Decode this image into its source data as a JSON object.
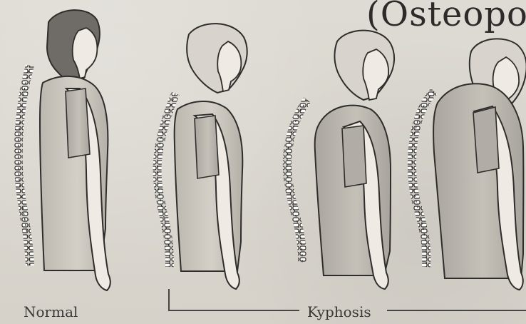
{
  "figure": {
    "title_fragment": "(Osteopor",
    "labels": {
      "normal": "Normal",
      "kyphosis": "Kyphosis"
    }
  },
  "colors": {
    "paper": "#d9d6cf",
    "ink": "#2f2d2b",
    "skin": "#ede9e2",
    "shirt_light": "#d4d0c8",
    "shirt_mid": "#c8c4bc",
    "shirt_dark": "#b5b1a9",
    "hair_dark": "#6c6863"
  }
}
